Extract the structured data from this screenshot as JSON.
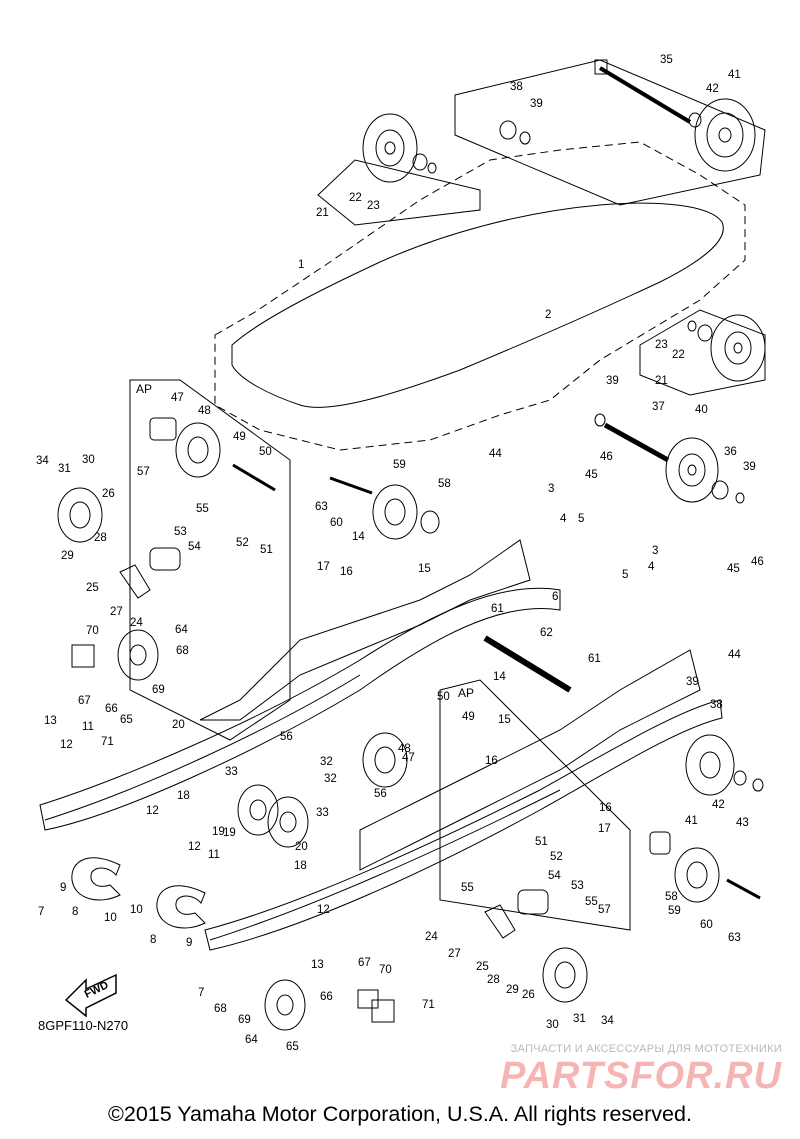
{
  "diagram": {
    "reference_code": "8GPF110-N270",
    "ap_label": "AP",
    "fwd_label": "FWD",
    "copyright": "©2015 Yamaha Motor Corporation, U.S.A. All rights reserved.",
    "watermark_line1": "ЗАПЧАСТИ И АКСЕССУАРЫ ДЛЯ МОТОТЕХНИКИ",
    "watermark_line2": "PARTSFOR.RU"
  },
  "callouts": [
    "1",
    "2",
    "3",
    "4",
    "5",
    "6",
    "7",
    "8",
    "9",
    "10",
    "11",
    "12",
    "13",
    "14",
    "15",
    "16",
    "17",
    "18",
    "19",
    "20",
    "21",
    "22",
    "23",
    "24",
    "25",
    "26",
    "27",
    "28",
    "29",
    "30",
    "31",
    "32",
    "33",
    "34",
    "35",
    "36",
    "37",
    "38",
    "39",
    "40",
    "41",
    "42",
    "43",
    "44",
    "45",
    "46",
    "47",
    "48",
    "49",
    "50",
    "51",
    "52",
    "53",
    "54",
    "55",
    "56",
    "57",
    "58",
    "59",
    "60",
    "61",
    "62",
    "63",
    "64",
    "65",
    "66",
    "67",
    "68",
    "69",
    "70",
    "71"
  ]
}
